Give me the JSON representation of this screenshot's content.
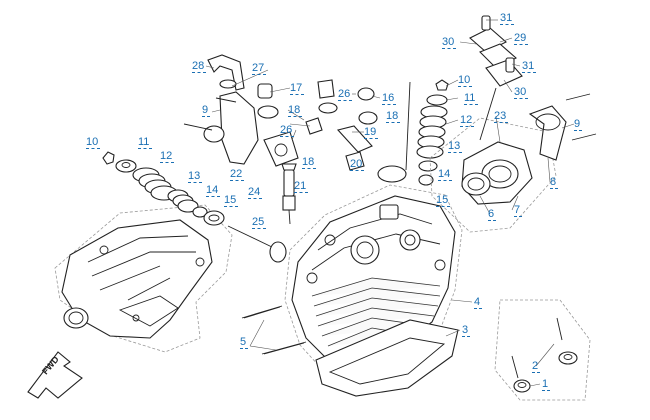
{
  "diagram": {
    "callouts": [
      {
        "id": "c31a",
        "text": "31"
      },
      {
        "id": "c30a",
        "text": "30"
      },
      {
        "id": "c29",
        "text": "29"
      },
      {
        "id": "c31b",
        "text": "31"
      },
      {
        "id": "c30b",
        "text": "30"
      },
      {
        "id": "c28",
        "text": "28"
      },
      {
        "id": "c27",
        "text": "27"
      },
      {
        "id": "c17",
        "text": "17"
      },
      {
        "id": "c26a",
        "text": "26"
      },
      {
        "id": "c16",
        "text": "16"
      },
      {
        "id": "c10a",
        "text": "10"
      },
      {
        "id": "c11a",
        "text": "11"
      },
      {
        "id": "c9a",
        "text": "9"
      },
      {
        "id": "c18a",
        "text": "18"
      },
      {
        "id": "c18b",
        "text": "18"
      },
      {
        "id": "c26b",
        "text": "26"
      },
      {
        "id": "c19",
        "text": "19"
      },
      {
        "id": "c12a",
        "text": "12"
      },
      {
        "id": "c23",
        "text": "23"
      },
      {
        "id": "c9b",
        "text": "9"
      },
      {
        "id": "c10b",
        "text": "10"
      },
      {
        "id": "c11b",
        "text": "11"
      },
      {
        "id": "c12b",
        "text": "12"
      },
      {
        "id": "c18c",
        "text": "18"
      },
      {
        "id": "c20",
        "text": "20"
      },
      {
        "id": "c13a",
        "text": "13"
      },
      {
        "id": "c13b",
        "text": "13"
      },
      {
        "id": "c22",
        "text": "22"
      },
      {
        "id": "c21",
        "text": "21"
      },
      {
        "id": "c14a",
        "text": "14"
      },
      {
        "id": "c14b",
        "text": "14"
      },
      {
        "id": "c24",
        "text": "24"
      },
      {
        "id": "c15a",
        "text": "15"
      },
      {
        "id": "c15b",
        "text": "15"
      },
      {
        "id": "c8",
        "text": "8"
      },
      {
        "id": "c6",
        "text": "6"
      },
      {
        "id": "c7",
        "text": "7"
      },
      {
        "id": "c25",
        "text": "25"
      },
      {
        "id": "c4",
        "text": "4"
      },
      {
        "id": "c3",
        "text": "3"
      },
      {
        "id": "c5",
        "text": "5"
      },
      {
        "id": "c2",
        "text": "2"
      },
      {
        "id": "c1",
        "text": "1"
      }
    ],
    "fwd_label": "FWD",
    "colors": {
      "callout": "#1a6fb3",
      "line": "#222222",
      "background": "#ffffff"
    }
  }
}
